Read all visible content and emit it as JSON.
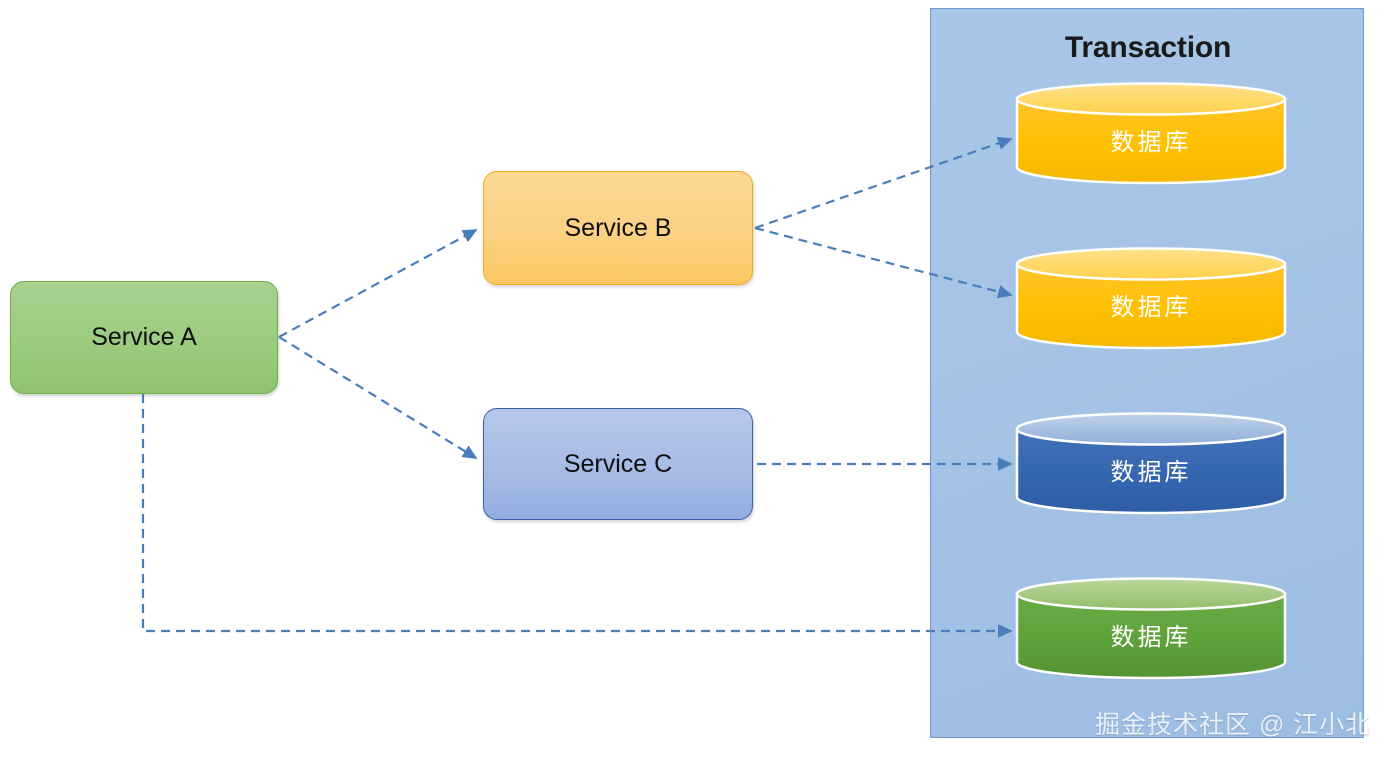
{
  "diagram": {
    "title": "Transaction",
    "background_color": "#ffffff",
    "panel": {
      "label": "Transaction",
      "fill_color": "#a6c5e7",
      "border_color": "#6f9ad1"
    },
    "services": [
      {
        "id": "service-a",
        "label": "Service A",
        "fill_color": "#9ccb80",
        "border_color": "#70ad47"
      },
      {
        "id": "service-b",
        "label": "Service B",
        "fill_color": "#fbd184",
        "border_color": "#f0a61e"
      },
      {
        "id": "service-c",
        "label": "Service C",
        "fill_color": "#a8bbe5",
        "border_color": "#3a5fa8"
      }
    ],
    "databases": [
      {
        "id": "database-1",
        "label": "数据库",
        "body_color": "#ffc000",
        "top_color": "#ffd966",
        "outline_color": "#ffffff"
      },
      {
        "id": "database-2",
        "label": "数据库",
        "body_color": "#ffc000",
        "top_color": "#ffd966",
        "outline_color": "#ffffff"
      },
      {
        "id": "database-3",
        "label": "数据库",
        "body_color": "#3566b0",
        "top_color": "#a8c0df",
        "outline_color": "#ffffff"
      },
      {
        "id": "database-4",
        "label": "数据库",
        "body_color": "#5ea23a",
        "top_color": "#9fc77a",
        "outline_color": "#ffffff"
      }
    ],
    "connectors": [
      {
        "id": "service-a-to-service-b",
        "from": "service-a",
        "to": "service-b",
        "style": "dashed",
        "color": "#4a7ebb",
        "arrow": true
      },
      {
        "id": "service-a-to-service-c",
        "from": "service-a",
        "to": "service-c",
        "style": "dashed",
        "color": "#4a7ebb",
        "arrow": true
      },
      {
        "id": "service-b-to-database-1",
        "from": "service-b",
        "to": "database-1",
        "style": "dashed",
        "color": "#4a7ebb",
        "arrow": true
      },
      {
        "id": "service-b-to-database-2",
        "from": "service-b",
        "to": "database-2",
        "style": "dashed",
        "color": "#4a7ebb",
        "arrow": true
      },
      {
        "id": "service-c-to-database-3",
        "from": "service-c",
        "to": "database-3",
        "style": "dashed",
        "color": "#4a7ebb",
        "arrow": true
      },
      {
        "id": "service-a-to-database-4",
        "from": "service-a",
        "to": "database-4",
        "style": "dashed",
        "color": "#4a7ebb",
        "arrow": true
      }
    ],
    "watermark": "掘金技术社区 @ 江小北"
  }
}
